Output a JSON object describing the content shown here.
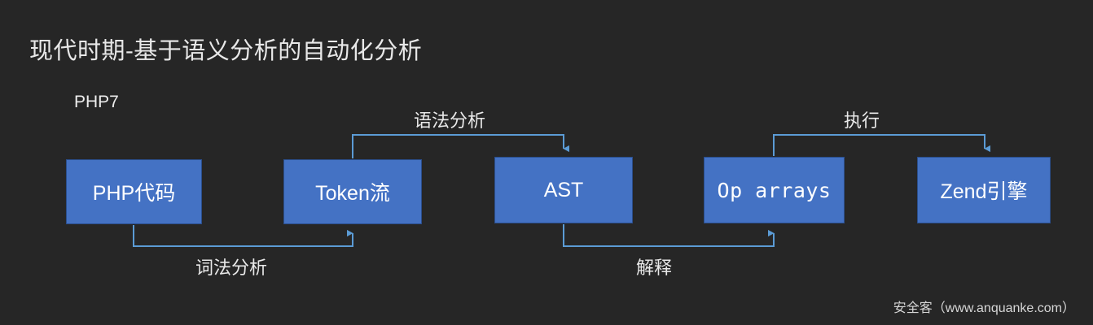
{
  "slide": {
    "title": "现代时期-基于语义分析的自动化分析",
    "version_label": "PHP7",
    "background_color": "#262626",
    "node_fill_color": "#4472C4",
    "connector_color": "#5B9BD5",
    "text_color": "#FFFFFF"
  },
  "nodes": [
    {
      "id": "php",
      "label": "PHP代码"
    },
    {
      "id": "token",
      "label": "Token流"
    },
    {
      "id": "ast",
      "label": "AST"
    },
    {
      "id": "op",
      "label": "Op arrays"
    },
    {
      "id": "zend",
      "label": "Zend引擎"
    }
  ],
  "edges": [
    {
      "id": "lex",
      "label": "词法分析",
      "from": "php",
      "to": "token",
      "route": "below"
    },
    {
      "id": "syntax",
      "label": "语法分析",
      "from": "token",
      "to": "ast",
      "route": "above"
    },
    {
      "id": "interp",
      "label": "解释",
      "from": "ast",
      "to": "op",
      "route": "below"
    },
    {
      "id": "exec",
      "label": "执行",
      "from": "op",
      "to": "zend",
      "route": "above"
    }
  ],
  "watermark": {
    "text": "安全客（www.anquanke.com）"
  }
}
